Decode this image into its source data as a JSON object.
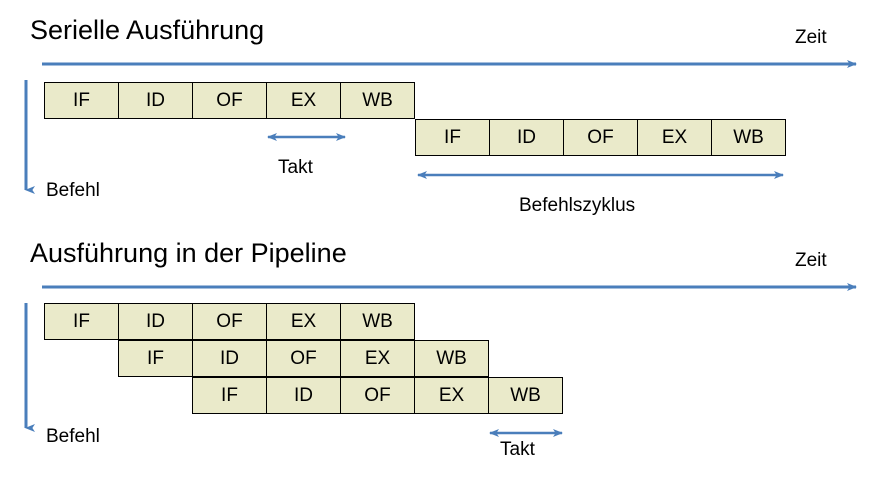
{
  "meta": {
    "accent_color": "#4A7EBB",
    "box_fill": "#EAEACA",
    "box_border": "#000000",
    "text_color": "#000000"
  },
  "sections": [
    {
      "id": "serial",
      "title": "Serielle Ausführung",
      "time_axis_label": "Zeit",
      "instruction_axis_label": "Befehl",
      "rows": [
        {
          "stages": [
            "IF",
            "ID",
            "OF",
            "EX",
            "WB"
          ]
        },
        {
          "stages": [
            "IF",
            "ID",
            "OF",
            "EX",
            "WB"
          ]
        }
      ],
      "measures": [
        {
          "id": "takt",
          "label": "Takt",
          "span_stages": 1
        },
        {
          "id": "befehlszyklus",
          "label": "Befehlszyklus",
          "span_stages": 5
        }
      ]
    },
    {
      "id": "pipeline",
      "title": "Ausführung in der Pipeline",
      "time_axis_label": "Zeit",
      "instruction_axis_label": "Befehl",
      "rows": [
        {
          "stages": [
            "IF",
            "ID",
            "OF",
            "EX",
            "WB"
          ]
        },
        {
          "stages": [
            "IF",
            "ID",
            "OF",
            "EX",
            "WB"
          ]
        },
        {
          "stages": [
            "IF",
            "ID",
            "OF",
            "EX",
            "WB"
          ]
        }
      ],
      "measures": [
        {
          "id": "takt",
          "label": "Takt",
          "span_stages": 1
        }
      ]
    }
  ],
  "serial": {
    "title": "Serielle Ausführung",
    "zeit": "Zeit",
    "befehl": "Befehl",
    "takt": "Takt",
    "befehlszyklus": "Befehlszyklus",
    "row1": {
      "s0": "IF",
      "s1": "ID",
      "s2": "OF",
      "s3": "EX",
      "s4": "WB"
    },
    "row2": {
      "s0": "IF",
      "s1": "ID",
      "s2": "OF",
      "s3": "EX",
      "s4": "WB"
    }
  },
  "pipeline": {
    "title": "Ausführung in der Pipeline",
    "zeit": "Zeit",
    "befehl": "Befehl",
    "takt": "Takt",
    "row1": {
      "s0": "IF",
      "s1": "ID",
      "s2": "OF",
      "s3": "EX",
      "s4": "WB"
    },
    "row2": {
      "s0": "IF",
      "s1": "ID",
      "s2": "OF",
      "s3": "EX",
      "s4": "WB"
    },
    "row3": {
      "s0": "IF",
      "s1": "ID",
      "s2": "OF",
      "s3": "EX",
      "s4": "WB"
    }
  }
}
